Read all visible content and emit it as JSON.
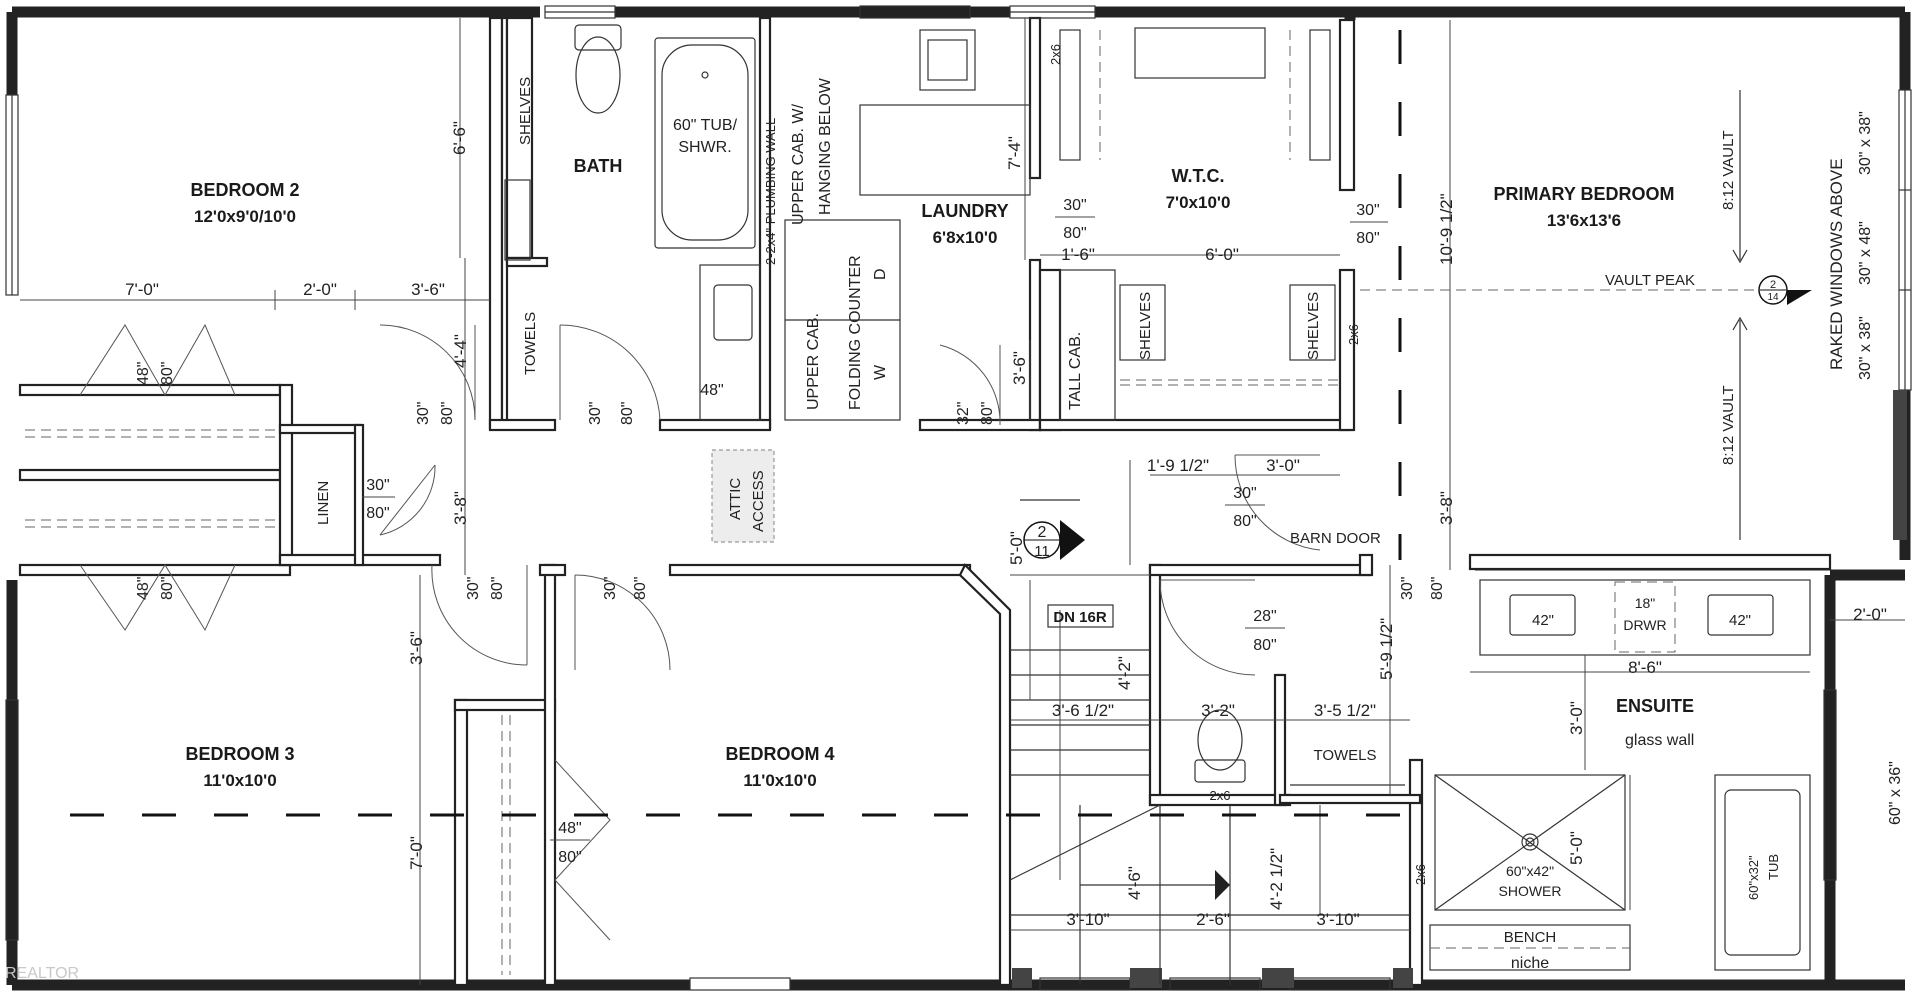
{
  "rooms": {
    "bedroom2": {
      "name": "BEDROOM 2",
      "size": "12'0x9'0/10'0"
    },
    "bath": {
      "name": "BATH"
    },
    "laundry": {
      "name": "LAUNDRY",
      "size": "6'8x10'0"
    },
    "wtc": {
      "name": "W.T.C.",
      "size": "7'0x10'0"
    },
    "primary": {
      "name": "PRIMARY BEDROOM",
      "size": "13'6x13'6"
    },
    "bedroom3": {
      "name": "BEDROOM 3",
      "size": "11'0x10'0"
    },
    "bedroom4": {
      "name": "BEDROOM 4",
      "size": "11'0x10'0"
    },
    "ensuite": {
      "name": "ENSUITE"
    }
  },
  "fixtures": {
    "shelves": "SHELVES",
    "towels": "TOWELS",
    "tub": "60\" TUB/",
    "tub2": "SHWR.",
    "plumbing_wall": "2-2x4\" PLUMBING WALL",
    "upper_cab_hang": "UPPER CAB. W/",
    "hanging_below": "HANGING BELOW",
    "upper_cab": "UPPER CAB.",
    "folding_counter": "FOLDING COUNTER",
    "dryer": "D",
    "washer": "W",
    "tall_cab": "TALL CAB.",
    "linen": "LINEN",
    "attic1": "ATTIC",
    "attic2": "ACCESS",
    "barn_door": "BARN DOOR",
    "vault_peak": "VAULT PEAK",
    "vault": "8:12 VAULT",
    "raked": "RAKED WINDOWS ABOVE",
    "win1": "30\" x 38\"",
    "win2": "30\" x 48\"",
    "win3": "30\" x 38\"",
    "dn": "DN 16R",
    "drwr1": "18\"",
    "drwr2": "DRWR",
    "glass_wall": "glass wall",
    "shower1": "60\"x42\"",
    "shower2": "SHOWER",
    "tub_a": "60\"x32\"",
    "tub_b": "TUB",
    "bench": "BENCH",
    "niche": "niche",
    "stud": "2x6",
    "right_win": "60\" x 36\"",
    "sec_top": "2",
    "sec_bot": "14",
    "sec2_top": "2",
    "sec2_bot": "11",
    "watermark": "REALTOR"
  },
  "dims": {
    "d7_0": "7'-0\"",
    "d2_0": "2'-0\"",
    "d3_6a": "3'-6\"",
    "d6_6": "6'-6\"",
    "d4_4": "4'-4\"",
    "d3_8a": "3'-8\"",
    "d3_6b": "3'-6\"",
    "d7_0v": "7'-0\"",
    "d7_4": "7'-4\"",
    "d3_6c": "3'-6\"",
    "d1_6": "1'-6\"",
    "d6_0": "6'-0\"",
    "d10_9": "10'-9 1/2\"",
    "d1_9": "1'-9 1/2\"",
    "d3_0": "3'-0\"",
    "d3_8b": "3'-8\"",
    "d5_0a": "5'-0\"",
    "d5_9": "5'-9 1/2\"",
    "d4_2": "4'-2\"",
    "d3_6h": "3'-6 1/2\"",
    "d3_2": "3'-2\"",
    "d3_5": "3'-5 1/2\"",
    "d4_6": "4'-6\"",
    "d4_2h": "4'-2 1/2\"",
    "d3_10a": "3'-10\"",
    "d2_6": "2'-6\"",
    "d3_10b": "3'-10\"",
    "d8_6": "8'-6\"",
    "d3_0v": "3'-0\"",
    "d5_0b": "5'-0\"",
    "d2_0r": "2'-0\"",
    "sink48": "48\"",
    "sink42a": "42\"",
    "sink42b": "42\""
  },
  "doors": {
    "w30": "30\"",
    "w32": "32\"",
    "w48": "48\"",
    "w28": "28\"",
    "h80": "80\""
  }
}
